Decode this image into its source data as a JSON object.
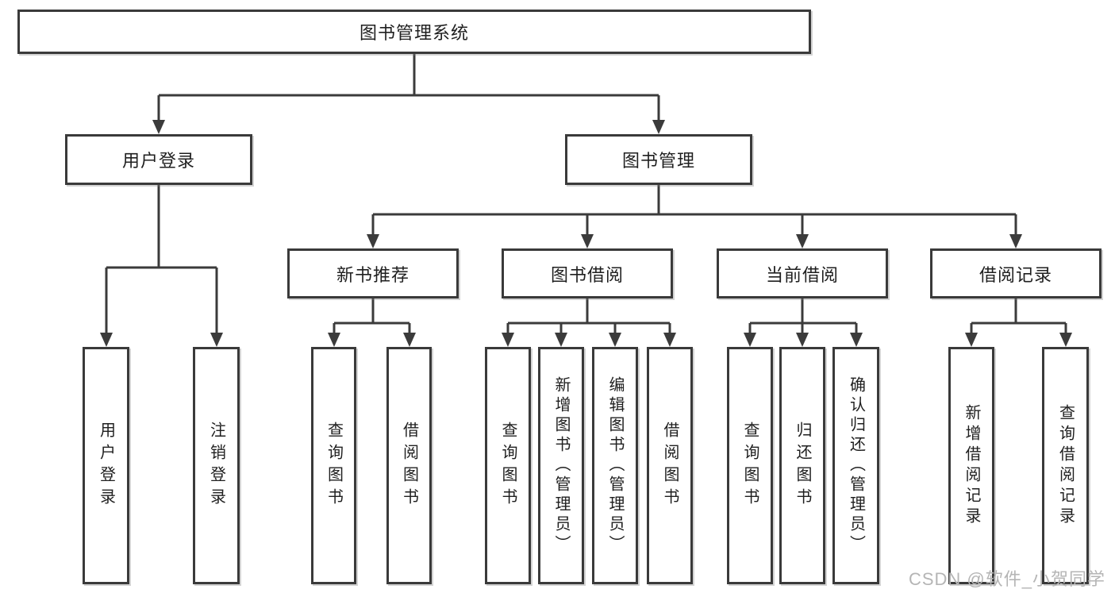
{
  "tree": {
    "root": "图书管理系统",
    "branches": [
      {
        "label": "用户登录",
        "children": [
          "用户登录",
          "注销登录"
        ]
      },
      {
        "label": "图书管理",
        "groups": [
          {
            "label": "新书推荐",
            "children": [
              "查询图书",
              "借阅图书"
            ]
          },
          {
            "label": "图书借阅",
            "children": [
              "查询图书",
              "新增图书（管理员）",
              "编辑图书（管理员）",
              "借阅图书"
            ]
          },
          {
            "label": "当前借阅",
            "children": [
              "查询图书",
              "归还图书",
              "确认归还（管理员）"
            ]
          },
          {
            "label": "借阅记录",
            "children": [
              "新增借阅记录",
              "查询借阅记录"
            ]
          }
        ]
      }
    ]
  },
  "watermark": "CSDN @软件_小贺同学",
  "colors": {
    "line": "#3b3b3b",
    "box_border": "#3a3a3a",
    "text": "#1f1f1f",
    "watermark": "#b5b5b5",
    "background": "#ffffff"
  }
}
